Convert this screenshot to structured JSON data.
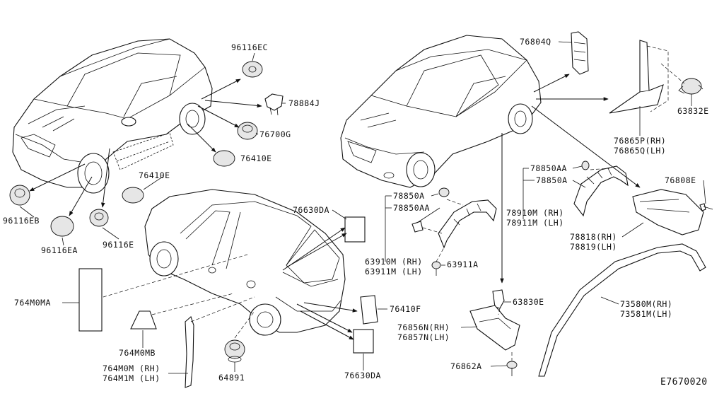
{
  "diagram_id": "E7670020",
  "labels": {
    "p96116EC": "96116EC",
    "p78884J": "78884J",
    "p76700G": "76700G",
    "p76410E_a": "76410E",
    "p76410E_b": "76410E",
    "p96116EB": "96116EB",
    "p96116EA": "96116EA",
    "p96116E": "96116E",
    "p76630DA_top": "76630DA",
    "p764M0MA": "764M0MA",
    "p764M0MB": "764M0MB",
    "p764M0M": "764M0M (RH)",
    "p764M1M": "764M1M (LH)",
    "p64891": "64891",
    "p76410F": "76410F",
    "p76630DA_bot": "76630DA",
    "p76804Q": "76804Q",
    "p63832E": "63832E",
    "p76865P": "76865P(RH)",
    "p76865Q": "76865Q(LH)",
    "p78850AA_r": "78850AA",
    "p78850A_r": "78850A",
    "p76808E": "76808E",
    "p78850A_l": "78850A",
    "p78850AA_l": "78850AA",
    "p78910M": "78910M (RH)",
    "p78911M": "78911M (LH)",
    "p78818": "78818(RH)",
    "p78819": "78819(LH)",
    "p63910M": "63910M (RH)",
    "p63911M": "63911M (LH)",
    "p63911A": "63911A",
    "p63830E": "63830E",
    "p76856N": "76856N(RH)",
    "p76857N": "76857N(LH)",
    "p73580M": "73580M(RH)",
    "p73581M": "73581M(LH)",
    "p76862A": "76862A"
  }
}
